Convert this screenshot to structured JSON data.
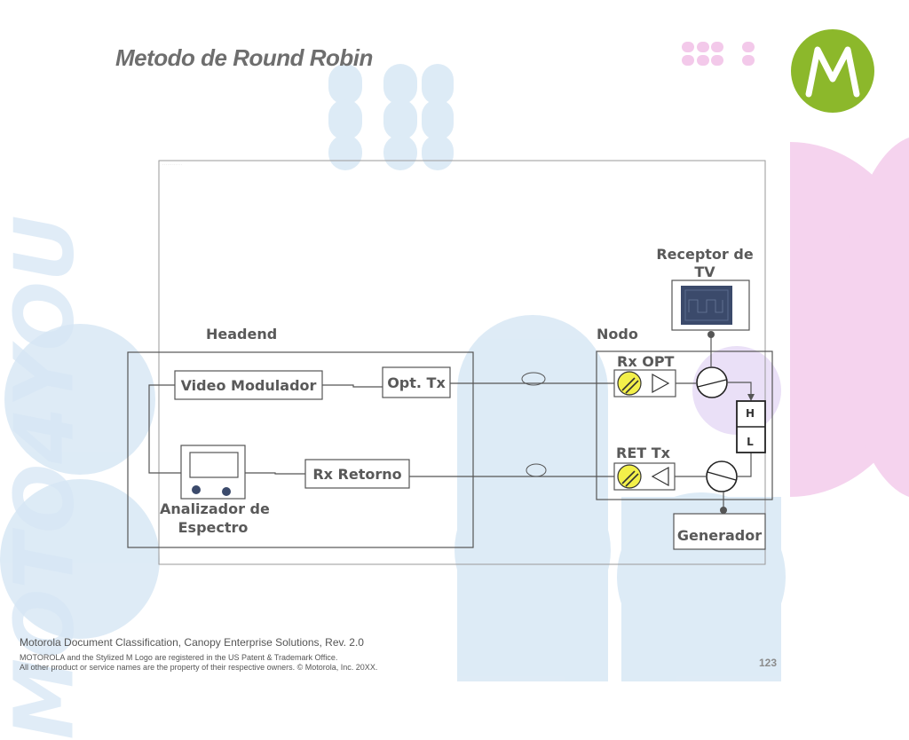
{
  "slide": {
    "title": "Metodo de Round Robin",
    "watermark": "MOTO4YOU",
    "page_number": "123"
  },
  "brand": {
    "accent_green": "#8cb82b",
    "light_blue": "#d8e8f5",
    "pink": "#f3c9ea"
  },
  "diagram": {
    "headend_label": "Headend",
    "nodo_label": "Nodo",
    "video_modulador": "Video Modulador",
    "opt_tx": "Opt. Tx",
    "rx_retorno": "Rx Retorno",
    "analizador_line1": "Analizador de",
    "analizador_line2": "Espectro",
    "receptor_line1": "Receptor de",
    "receptor_line2": "TV",
    "rx_opt": "Rx OPT",
    "ret_tx": "RET Tx",
    "h_label": "H",
    "l_label": "L",
    "generador": "Generador"
  },
  "footer": {
    "classification": "Motorola Document Classification, Canopy Enterprise Solutions, Rev. 2.0",
    "trademark": "MOTOROLA and the Stylized M Logo are registered in the US Patent & Trademark Office.",
    "copyright": "All other product or service names are the property of their respective owners. © Motorola, Inc. 20XX."
  }
}
